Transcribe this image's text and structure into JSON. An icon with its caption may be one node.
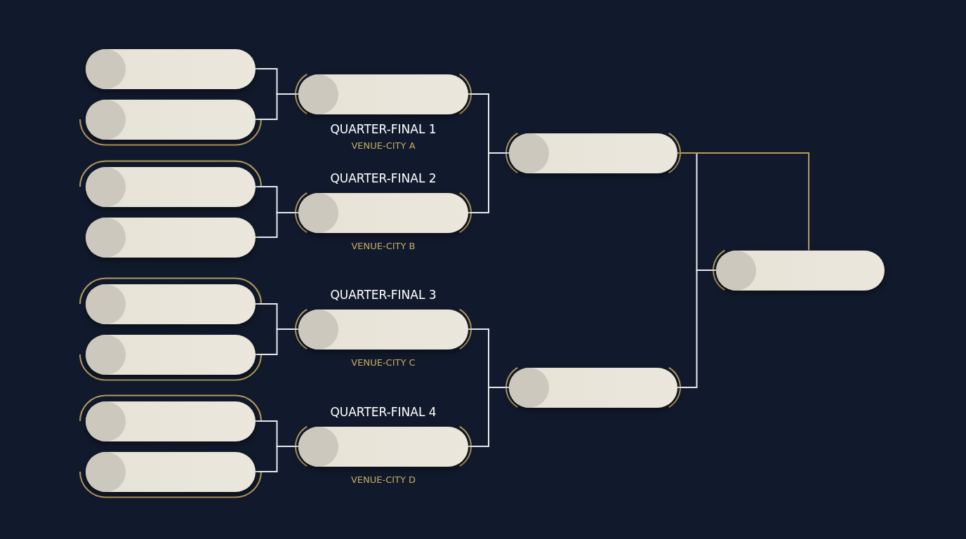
{
  "diagram": {
    "nodes": [
      {
        "text": [],
        "shape": "pill"
      },
      {
        "text": [],
        "shape": "pill"
      },
      {
        "text": [],
        "shape": "pill"
      },
      {
        "text": [],
        "shape": "pill"
      },
      {
        "text": [],
        "shape": "pill"
      },
      {
        "text": [],
        "shape": "pill"
      },
      {
        "text": [],
        "shape": "pill"
      },
      {
        "text": [],
        "shape": "pill"
      },
      {
        "text": [
          "QUARTER-FINAL 1"
        ],
        "beside": [
          "VENUE-CITY A"
        ]
      },
      {
        "text": [
          "QUARTER-FINAL 2"
        ],
        "beside": [
          "VENUE-CITY B"
        ]
      },
      {
        "text": [
          "QUARTER-FINAL 3"
        ],
        "beside": [
          "VENUE-CITY C"
        ]
      },
      {
        "text": [
          "QUARTER-FINAL 4"
        ],
        "beside": [
          "VENUE-CITY D"
        ]
      },
      {
        "text": [],
        "shape": "pill"
      },
      {
        "text": [],
        "shape": "pill"
      },
      {
        "text": [],
        "shape": "pill"
      }
    ],
    "edges": [
      {
        "from": 0,
        "to": 8,
        "arrow": "none"
      },
      {
        "from": 1,
        "to": 8,
        "arrow": "none"
      },
      {
        "from": 2,
        "to": 9,
        "arrow": "none"
      },
      {
        "from": 3,
        "to": 9,
        "arrow": "none"
      },
      {
        "from": 4,
        "to": 10,
        "arrow": "none"
      },
      {
        "from": 5,
        "to": 10,
        "arrow": "none"
      },
      {
        "from": 6,
        "to": 11,
        "arrow": "none"
      },
      {
        "from": 7,
        "to": 11,
        "arrow": "none"
      },
      {
        "from": 8,
        "to": 12,
        "arrow": "none"
      },
      {
        "from": 9,
        "to": 12,
        "arrow": "none"
      },
      {
        "from": 10,
        "to": 13,
        "arrow": "none"
      },
      {
        "from": 11,
        "to": 13,
        "arrow": "none"
      },
      {
        "from": 12,
        "to": 14,
        "arrow": "none"
      },
      {
        "from": 13,
        "to": 14,
        "arrow": "none"
      },
      {
        "from": 12,
        "to": 14,
        "arrow": "none",
        "color": "#b59a5e"
      }
    ]
  }
}
